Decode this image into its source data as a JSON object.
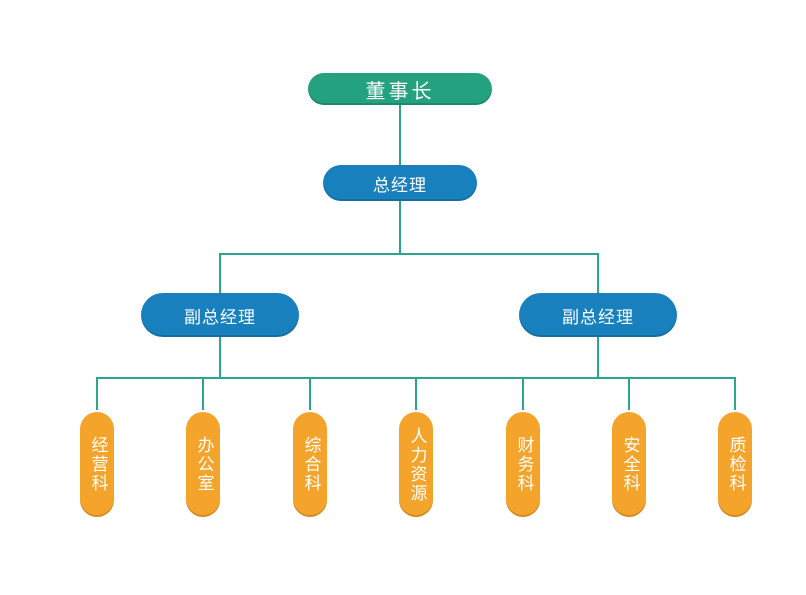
{
  "colors": {
    "background": "#ffffff",
    "chairman_fill": "#24a17e",
    "manager_fill": "#1880bc",
    "department_fill": "#f5a42b",
    "connector": "#2aa78a",
    "node_text": "#ffffff"
  },
  "org_chart": {
    "type": "organization-chart",
    "chairman": {
      "label": "董事长"
    },
    "general_manager": {
      "label": "总经理"
    },
    "deputy_managers": [
      {
        "label": "副总经理"
      },
      {
        "label": "副总经理"
      }
    ],
    "departments": [
      {
        "label": "经营科"
      },
      {
        "label": "办公室"
      },
      {
        "label": "综合科"
      },
      {
        "label": "人力资源"
      },
      {
        "label": "财务科"
      },
      {
        "label": "安全科"
      },
      {
        "label": "质检科"
      }
    ]
  }
}
